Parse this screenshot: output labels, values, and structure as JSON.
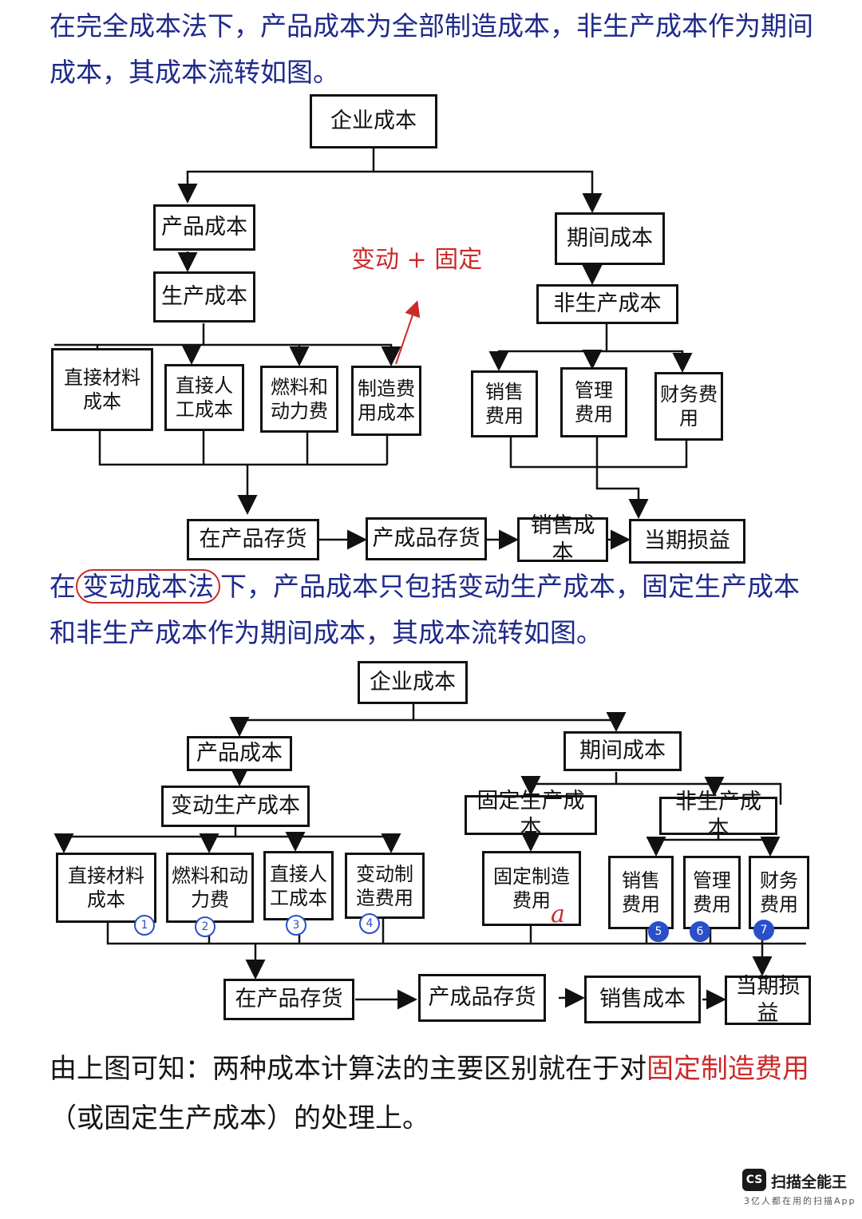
{
  "intro_absorption": {
    "prefix": "在完全成本法下",
    "text": "，产品成本为全部制造成本，非生产成本作为期间成本，其成本流转如图。"
  },
  "diagram1": {
    "root": "企业成本",
    "product_cost": "产品成本",
    "period_cost": "期间成本",
    "production_cost": "生产成本",
    "nonproduction_cost": "非生产成本",
    "annotation": "变动 + 固定",
    "product_items": [
      "直接材料成本",
      "直接人工成本",
      "燃料和动力费",
      "制造费用成本"
    ],
    "period_items": [
      "销售费用",
      "管理费用",
      "财务费用"
    ],
    "flow": [
      "在产品存货",
      "产成品存货",
      "销售成本",
      "当期损益"
    ]
  },
  "intro_variable": {
    "prefix": "在",
    "circled": "变动成本法",
    "text": "下，产品成本只包括变动生产成本，固定生产成本和非生产成本作为期间成本，其成本流转如图。"
  },
  "diagram2": {
    "root": "企业成本",
    "product_cost": "产品成本",
    "period_cost": "期间成本",
    "variable_production": "变动生产成本",
    "fixed_production": "固定生产成本",
    "nonproduction_cost": "非生产成本",
    "product_items": [
      "直接材料成本",
      "燃料和动力费",
      "直接人工成本",
      "变动制造费用"
    ],
    "product_item_nums": [
      "1",
      "2",
      "3",
      "4"
    ],
    "fixed_item": "固定制造费用",
    "fixed_item_mark": "a",
    "period_items": [
      "销售费用",
      "管理费用",
      "财务费用"
    ],
    "period_item_nums": [
      "5",
      "6",
      "7"
    ],
    "flow": [
      "在产品存货",
      "产成品存货",
      "销售成本",
      "当期损益"
    ]
  },
  "conclusion": {
    "text": "由上图可知：两种成本计算法的主要区别就在于对",
    "highlight": "固定制造费用",
    "text2": "（或固定生产成本）的处理上。"
  },
  "brand": {
    "logo": "CS",
    "name": "扫描全能王",
    "slogan": "3亿人都在用的扫描App"
  },
  "colors": {
    "ink": "#111111",
    "blue": "#1e2a8a",
    "red": "#cc2a2a",
    "number": "#2a4fc8"
  }
}
